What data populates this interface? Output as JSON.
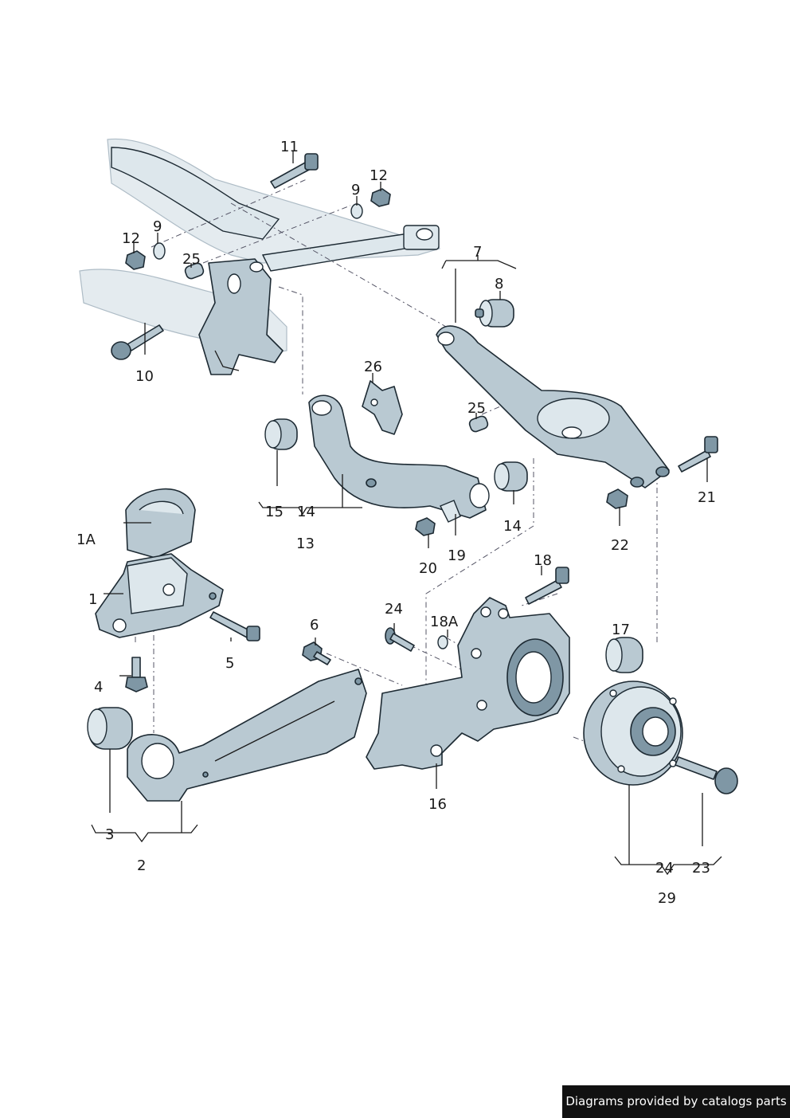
{
  "callouts": {
    "c1": "1",
    "c1a": "1A",
    "c2": "2",
    "c3": "3",
    "c4": "4",
    "c5": "5",
    "c6": "6",
    "c7": "7",
    "c8": "8",
    "c9a": "9",
    "c9b": "9",
    "c10": "10",
    "c11": "11",
    "c12a": "12",
    "c12b": "12",
    "c13": "13",
    "c14a": "14",
    "c14b": "14",
    "c15": "15",
    "c16": "16",
    "c17": "17",
    "c18": "18",
    "c18a": "18A",
    "c19": "19",
    "c20": "20",
    "c21": "21",
    "c22": "22",
    "c23": "23",
    "c24a": "24",
    "c24b": "24",
    "c25a": "25",
    "c25b": "25",
    "c26": "26",
    "c29": "29"
  },
  "footer": {
    "credit": "Diagrams provided by catalogs parts"
  },
  "colors": {
    "part_fill": "#b9c9d2",
    "outline": "#1d2a33",
    "badge_bg": "#111111"
  }
}
